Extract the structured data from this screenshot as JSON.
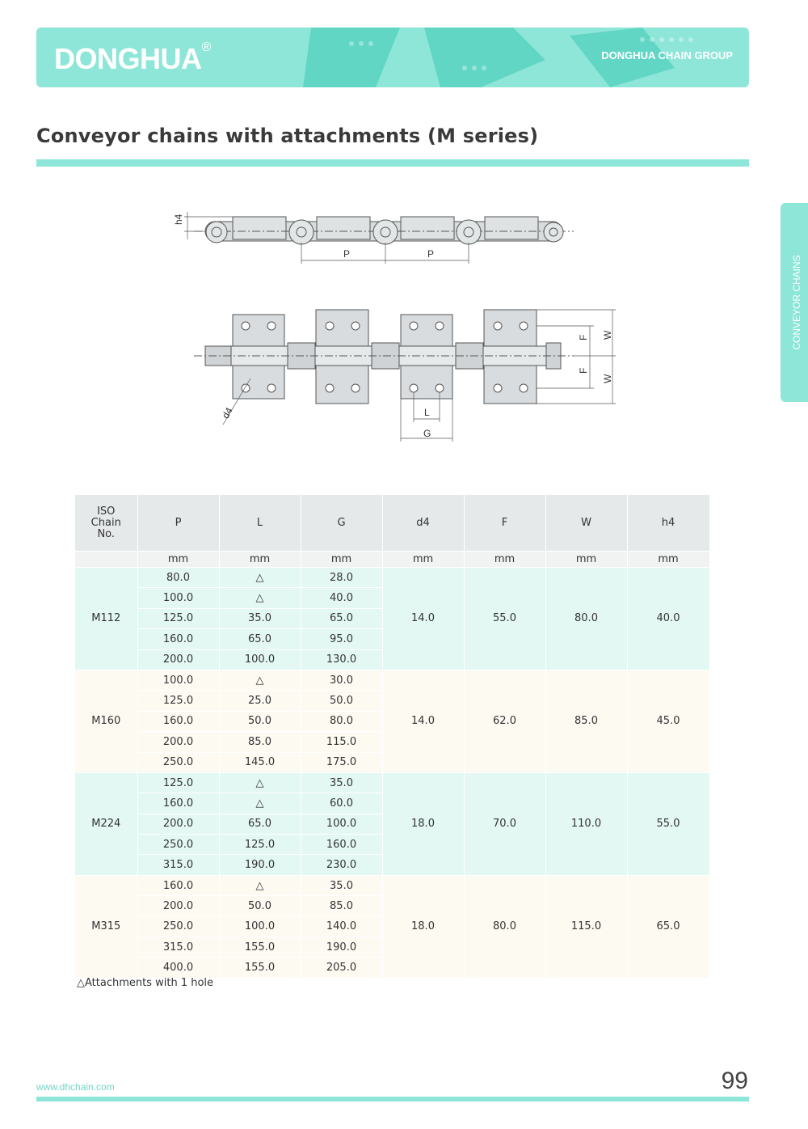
{
  "header": {
    "brand": "DONGHUA",
    "brand_mark": "®",
    "group": "DONGHUA CHAIN GROUP",
    "accent_color": "#8ee6d8"
  },
  "title": "Conveyor chains with attachments (M series)",
  "side_tab": "CONVEYOR CHAINS",
  "drawing": {
    "labels": {
      "h4": "h4",
      "p1": "P",
      "p2": "P",
      "f1": "F",
      "f2": "F",
      "w1": "W",
      "w2": "W",
      "d4": "d4",
      "l": "L",
      "g": "G"
    }
  },
  "table": {
    "headers": [
      "ISO Chain No.",
      "P",
      "L",
      "G",
      "d4",
      "F",
      "W",
      "h4"
    ],
    "units": [
      "mm",
      "mm",
      "mm",
      "mm",
      "mm",
      "mm",
      "mm"
    ],
    "groups": [
      {
        "chain": "M112",
        "d4": "14.0",
        "F": "55.0",
        "W": "80.0",
        "h4": "40.0",
        "rows": [
          [
            "80.0",
            "△",
            "28.0"
          ],
          [
            "100.0",
            "△",
            "40.0"
          ],
          [
            "125.0",
            "35.0",
            "65.0"
          ],
          [
            "160.0",
            "65.0",
            "95.0"
          ],
          [
            "200.0",
            "100.0",
            "130.0"
          ]
        ]
      },
      {
        "chain": "M160",
        "d4": "14.0",
        "F": "62.0",
        "W": "85.0",
        "h4": "45.0",
        "rows": [
          [
            "100.0",
            "△",
            "30.0"
          ],
          [
            "125.0",
            "25.0",
            "50.0"
          ],
          [
            "160.0",
            "50.0",
            "80.0"
          ],
          [
            "200.0",
            "85.0",
            "115.0"
          ],
          [
            "250.0",
            "145.0",
            "175.0"
          ]
        ]
      },
      {
        "chain": "M224",
        "d4": "18.0",
        "F": "70.0",
        "W": "110.0",
        "h4": "55.0",
        "rows": [
          [
            "125.0",
            "△",
            "35.0"
          ],
          [
            "160.0",
            "△",
            "60.0"
          ],
          [
            "200.0",
            "65.0",
            "100.0"
          ],
          [
            "250.0",
            "125.0",
            "160.0"
          ],
          [
            "315.0",
            "190.0",
            "230.0"
          ]
        ]
      },
      {
        "chain": "M315",
        "d4": "18.0",
        "F": "80.0",
        "W": "115.0",
        "h4": "65.0",
        "rows": [
          [
            "160.0",
            "△",
            "35.0"
          ],
          [
            "200.0",
            "50.0",
            "85.0"
          ],
          [
            "250.0",
            "100.0",
            "140.0"
          ],
          [
            "315.0",
            "155.0",
            "190.0"
          ],
          [
            "400.0",
            "155.0",
            "205.0"
          ]
        ]
      }
    ]
  },
  "note": "△Attachments with 1 hole",
  "footer": {
    "url": "www.dhchain.com",
    "page": "99"
  }
}
